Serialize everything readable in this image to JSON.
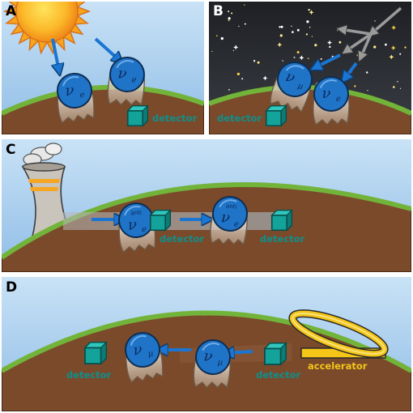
{
  "panels": {
    "a": {
      "letter": "A",
      "detector_label": "detector",
      "particles": [
        {
          "symbol": "ν",
          "sub": "e"
        },
        {
          "symbol": "ν",
          "sub": "e"
        }
      ]
    },
    "b": {
      "letter": "B",
      "detector_label": "detector",
      "particles": [
        {
          "symbol": "ν",
          "sub": "μ"
        },
        {
          "symbol": "ν",
          "sub": "e"
        }
      ]
    },
    "c": {
      "letter": "C",
      "detector_labels": [
        "detector",
        "detector"
      ],
      "particles": [
        {
          "prefix": "anti",
          "symbol": "ν",
          "sub": "e"
        },
        {
          "prefix": "anti",
          "symbol": "ν",
          "sub": "e"
        }
      ]
    },
    "d": {
      "letter": "D",
      "detector_labels": [
        "detector",
        "detector"
      ],
      "accelerator_label": "accelerator",
      "particles": [
        {
          "symbol": "ν",
          "sub": "μ"
        },
        {
          "symbol": "ν",
          "sub": "μ"
        }
      ]
    }
  },
  "colors": {
    "sky": "#b9d8f2",
    "night": "#25272b",
    "grass": "#72b33a",
    "soil": "#7a4a2b",
    "neutrino": "#1f74c8",
    "detector": "#13a39b",
    "arrow": "#1a76d2",
    "accelerator": "#f5c518",
    "sun": "#f7a51c"
  }
}
